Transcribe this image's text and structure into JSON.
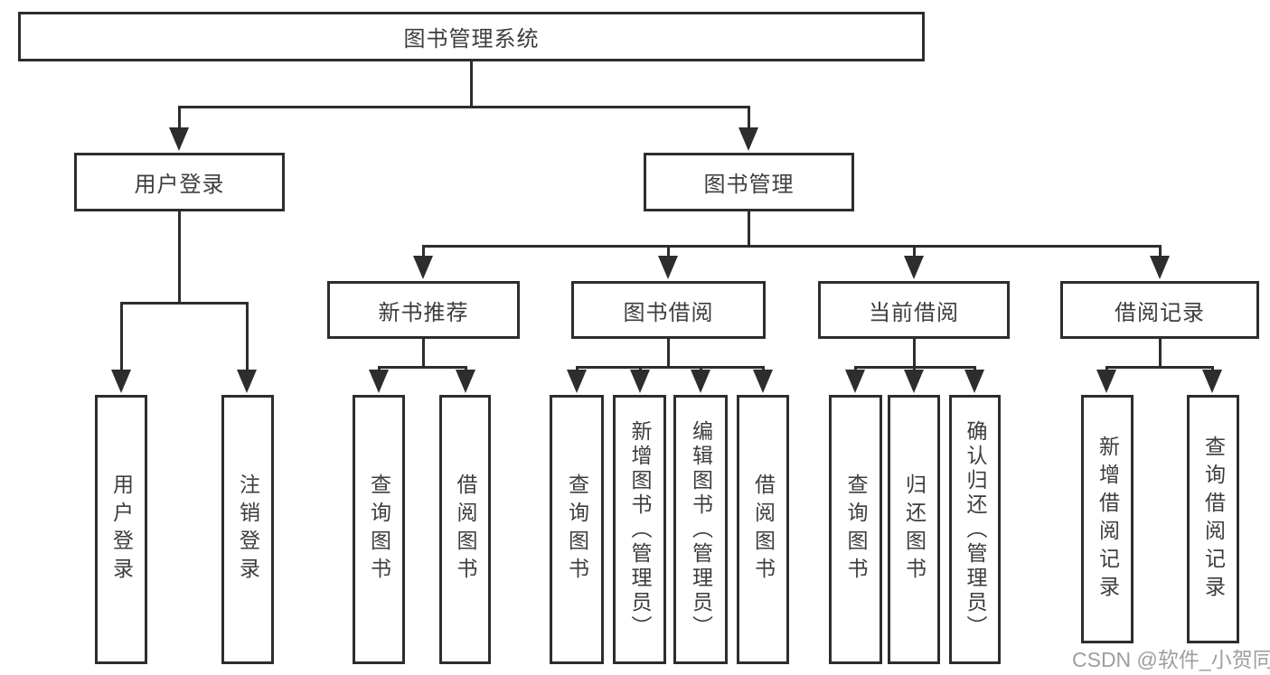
{
  "nodes": {
    "root": {
      "label": "图书管理系统"
    },
    "user_login": {
      "label": "用户登录"
    },
    "book_mgmt": {
      "label": "图书管理"
    },
    "new_book_rec": {
      "label": "新书推荐"
    },
    "book_borrow": {
      "label": "图书借阅"
    },
    "current_borrow": {
      "label": "当前借阅"
    },
    "borrow_records": {
      "label": "借阅记录"
    },
    "leaf_user_login": {
      "label": "用户登录"
    },
    "leaf_logout": {
      "label": "注销登录"
    },
    "leaf_rec_query": {
      "label": "查询图书"
    },
    "leaf_rec_borrow": {
      "label": "借阅图书"
    },
    "leaf_bor_query": {
      "label": "查询图书"
    },
    "leaf_bor_add": {
      "label": "新增图书（管理员）"
    },
    "leaf_bor_edit": {
      "label": "编辑图书（管理员）"
    },
    "leaf_bor_borrow": {
      "label": "借阅图书"
    },
    "leaf_cur_query": {
      "label": "查询图书"
    },
    "leaf_cur_return": {
      "label": "归还图书"
    },
    "leaf_cur_confirm": {
      "label": "确认归还（管理员）"
    },
    "leaf_log_add": {
      "label": "新增借阅记录"
    },
    "leaf_log_query": {
      "label": "查询借阅记录"
    }
  },
  "watermark": {
    "text": "CSDN @软件_小贺同学"
  },
  "colors": {
    "line": "#2d2d2d",
    "text": "#3d3d3d",
    "background": "#ffffff",
    "watermark": "#9e9e9e"
  }
}
